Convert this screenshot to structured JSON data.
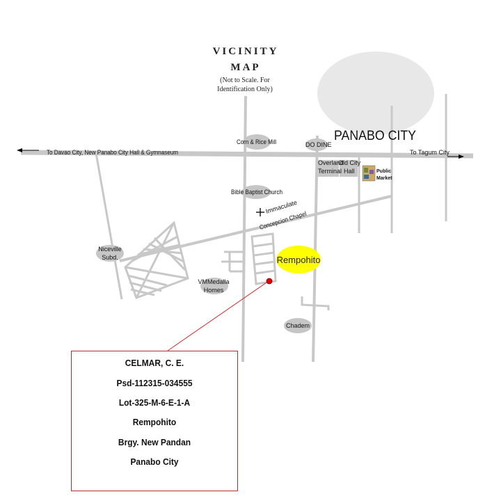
{
  "title": {
    "line1": "VICINITY",
    "line2": "MAP",
    "note1": "(Not to Scale. For",
    "note2": "Identification Only)"
  },
  "labels": {
    "panabo_city": "PANABO CITY",
    "to_davao": "To Davao City, New Panabo City Hall & Gymnaseum",
    "to_tagum": "To Tagum City",
    "corn_rice_mill": "Corn & Rice Mill",
    "do_dine": "DO DINE",
    "overland_terminal_1": "Overland",
    "overland_terminal_2": "Terminal",
    "old_city_hall_1": "Old City",
    "old_city_hall_2": "Hall",
    "public_market_1": "Public",
    "public_market_2": "Market",
    "bible_baptist": "Bible Baptist Church",
    "chapel_1": "Immaculate",
    "chapel_2": "Concepcion Chapel",
    "niceville_1": "Niceville",
    "niceville_2": "Subd.",
    "vmmedalla_1": "VMMedalla",
    "vmmedalla_2": "Homes",
    "rempohito": "Rempohito",
    "chadem": "Chadem"
  },
  "info_box": {
    "lines": [
      "CELMAR, C. E.",
      "Psd-112315-034555",
      "Lot-325-M-6-E-1-A",
      "Rempohito",
      "Brgy. New Pandan",
      "Panabo City"
    ]
  },
  "colors": {
    "road": "#c8c8c8",
    "landmark_blob": "#c6c6c6",
    "city_area": "#e8e8e8",
    "site_highlight": "#ffff00",
    "site_marker": "#dd0000",
    "leader_line": "#cc3030"
  }
}
